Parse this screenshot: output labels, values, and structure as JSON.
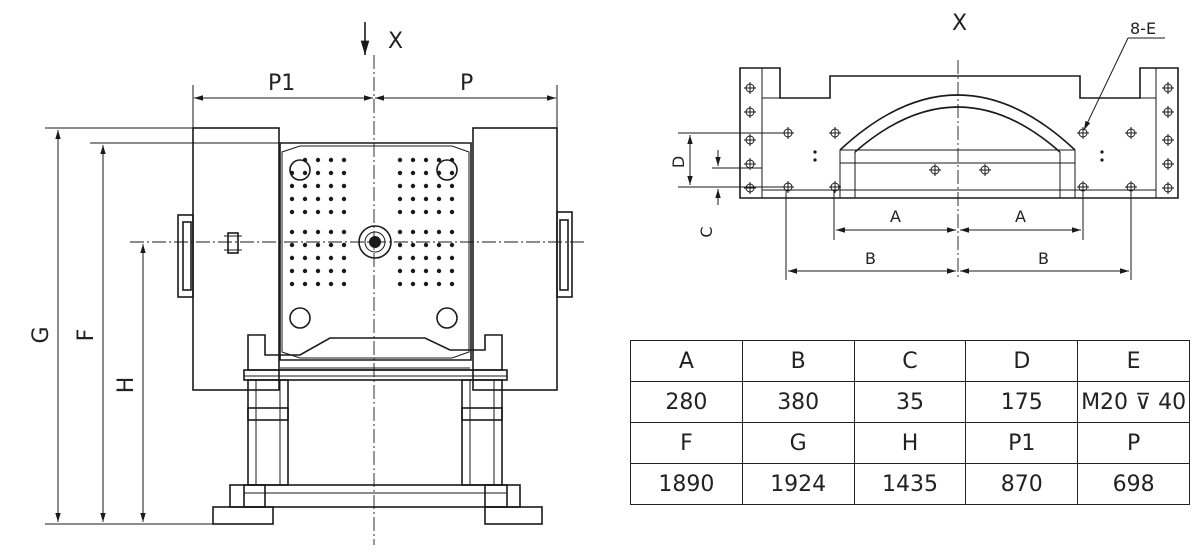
{
  "front_view": {
    "section_marker": "X",
    "dimension_labels": {
      "p1": "P1",
      "p": "P",
      "g": "G",
      "f": "F",
      "h": "H"
    }
  },
  "top_view": {
    "section_marker": "X",
    "hole_callout": "8-E",
    "dimension_labels": {
      "a_left": "A",
      "a_right": "A",
      "b_left": "B",
      "b_right": "B",
      "c": "C",
      "d": "D"
    }
  },
  "spec_table": {
    "row1_headers": [
      "A",
      "B",
      "C",
      "D",
      "E"
    ],
    "row1_values": [
      "280",
      "380",
      "35",
      "175",
      "M20 ⊽ 40"
    ],
    "row2_headers": [
      "F",
      "G",
      "H",
      "P1",
      "P"
    ],
    "row2_values": [
      "1890",
      "1924",
      "1435",
      "870",
      "698"
    ]
  }
}
